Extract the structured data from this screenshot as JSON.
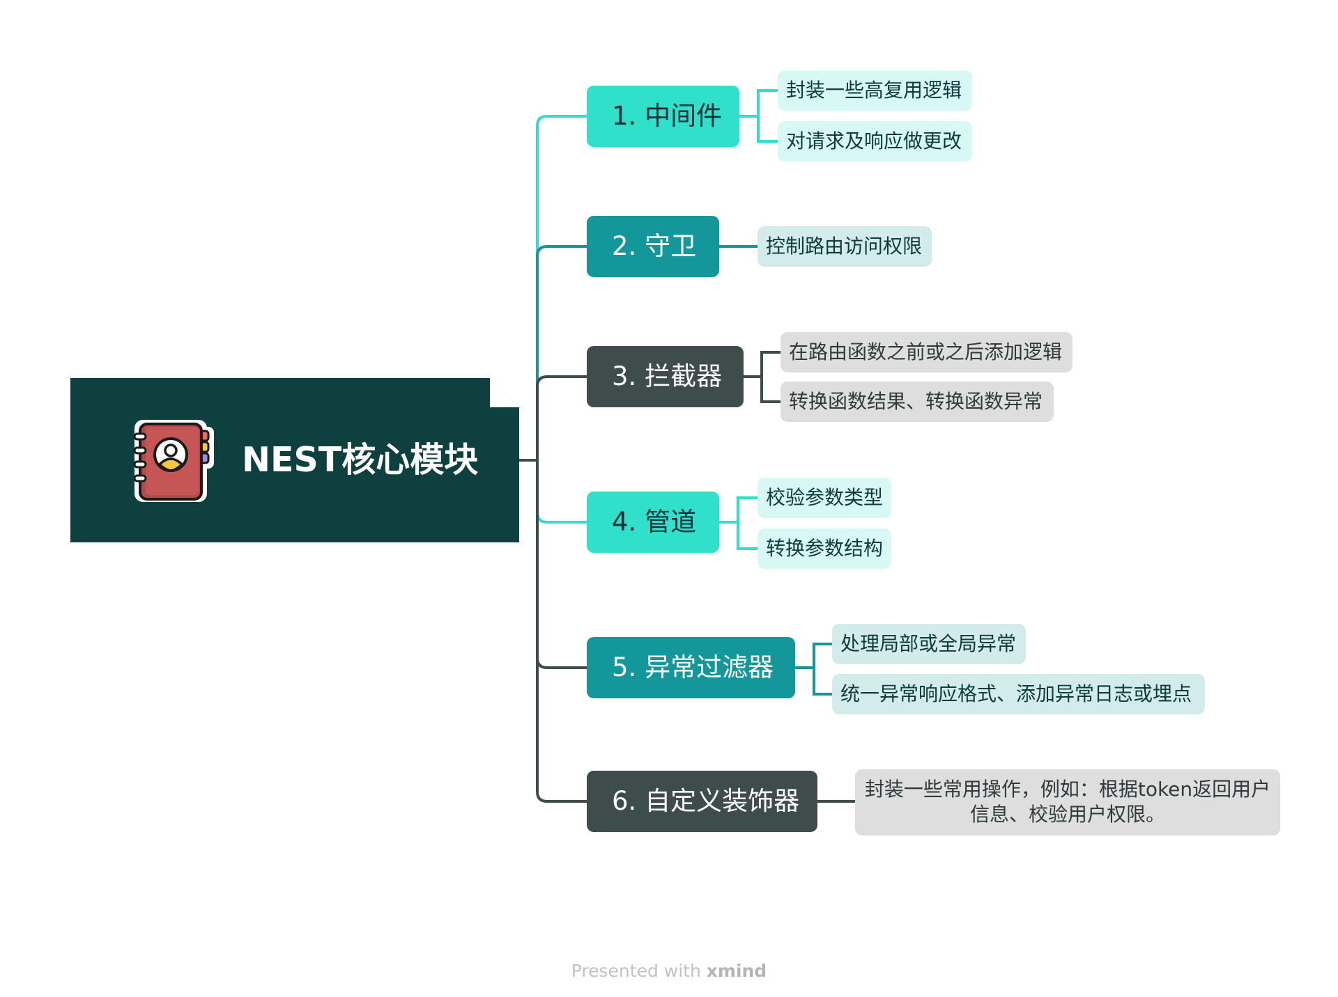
{
  "colors": {
    "root": "#0f4040",
    "cyan": "#31e0cb",
    "teal": "#13979b",
    "dark": "#3e4d4b",
    "sub_cyan": "#d7f8f5",
    "sub_teal": "#d4ebec",
    "sub_gray": "#dedede"
  },
  "root": {
    "title": "NEST核心模块",
    "icon": "address-book-icon"
  },
  "topics": [
    {
      "label": "1. 中间件",
      "children": [
        "封装一些高复用逻辑",
        "对请求及响应做更改"
      ]
    },
    {
      "label": "2. 守卫",
      "children": [
        "控制路由访问权限"
      ]
    },
    {
      "label": "3. 拦截器",
      "children": [
        "在路由函数之前或之后添加逻辑",
        "转换函数结果、转换函数异常"
      ]
    },
    {
      "label": "4. 管道",
      "children": [
        "校验参数类型",
        "转换参数结构"
      ]
    },
    {
      "label": "5. 异常过滤器",
      "children": [
        "处理局部或全局异常",
        "统一异常响应格式、添加异常日志或埋点"
      ]
    },
    {
      "label": "6. 自定义装饰器",
      "children": [
        "封装一些常用操作，例如：根据token返回用户信息、校验用户权限。"
      ]
    }
  ],
  "footer": {
    "prefix": "Presented with ",
    "brand": "xmind"
  }
}
